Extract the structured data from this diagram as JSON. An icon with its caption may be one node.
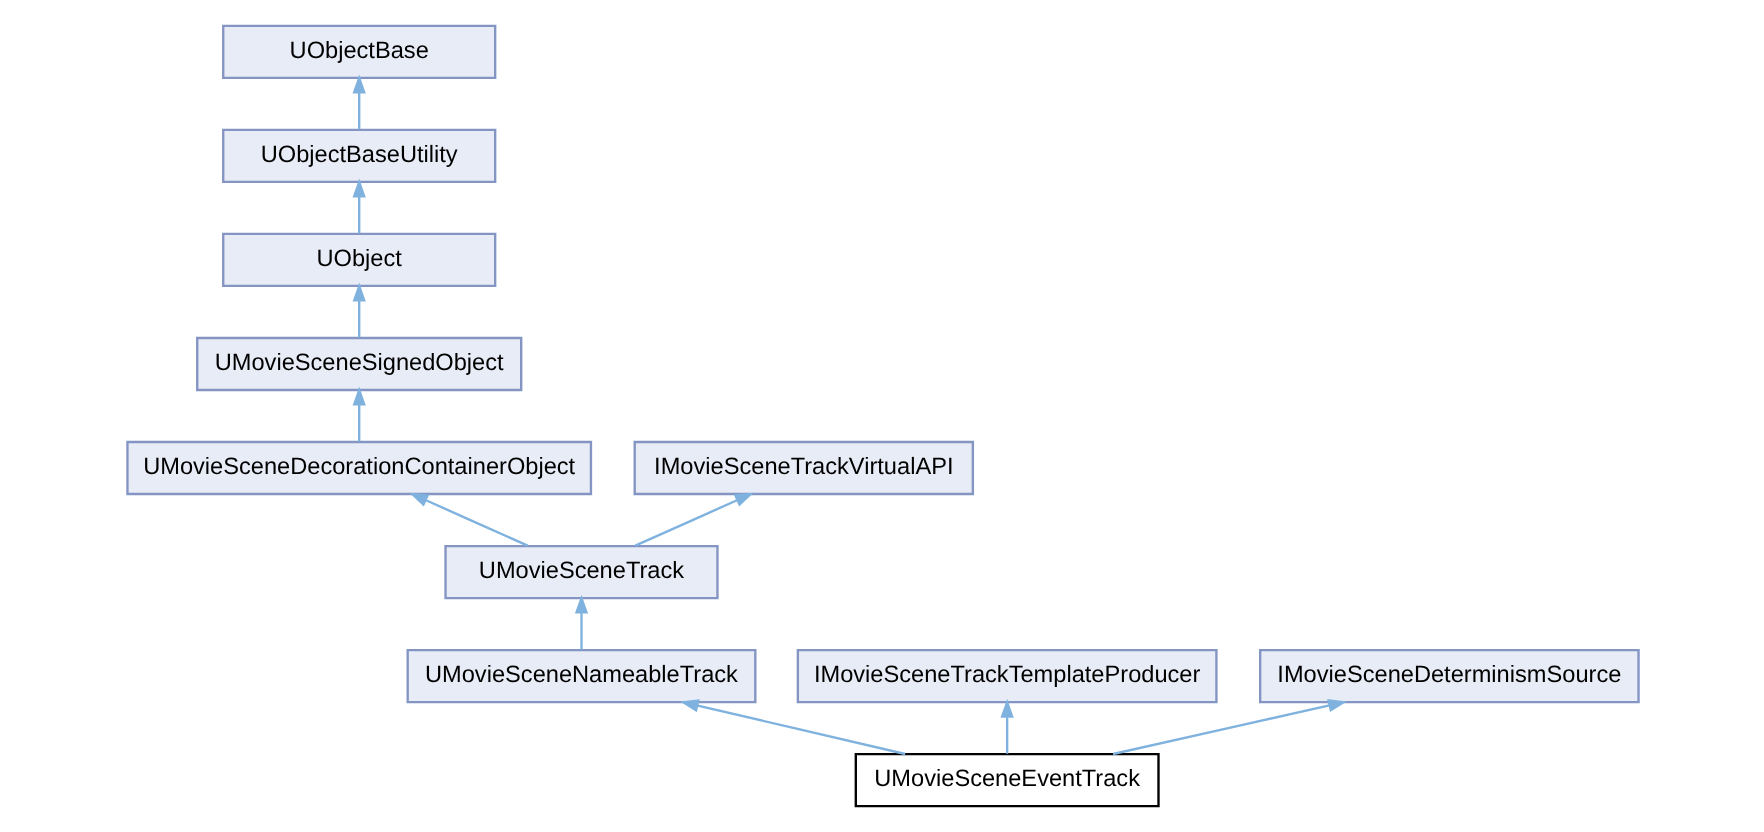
{
  "diagram": {
    "nodes": [
      {
        "text": [
          "UObjectBase"
        ]
      },
      {
        "text": [
          "UObjectBaseUtility"
        ]
      },
      {
        "text": [
          "UObject"
        ]
      },
      {
        "text": [
          "UMovieSceneSignedObject"
        ]
      },
      {
        "text": [
          "UMovieSceneDecorationContainerObject"
        ]
      },
      {
        "text": [
          "IMovieSceneTrackVirtualAPI"
        ]
      },
      {
        "text": [
          "UMovieSceneTrack"
        ]
      },
      {
        "text": [
          "UMovieSceneNameableTrack"
        ]
      },
      {
        "text": [
          "IMovieSceneTrackTemplateProducer"
        ]
      },
      {
        "text": [
          "IMovieSceneDeterminismSource"
        ]
      },
      {
        "text": [
          "UMovieSceneEventTrack"
        ]
      }
    ],
    "edges": [
      {
        "from": 1,
        "to": 0,
        "arrow": "to"
      },
      {
        "from": 2,
        "to": 1,
        "arrow": "to"
      },
      {
        "from": 3,
        "to": 2,
        "arrow": "to"
      },
      {
        "from": 4,
        "to": 3,
        "arrow": "to"
      },
      {
        "from": 6,
        "to": 4,
        "arrow": "to"
      },
      {
        "from": 6,
        "to": 5,
        "arrow": "to"
      },
      {
        "from": 7,
        "to": 6,
        "arrow": "to"
      },
      {
        "from": 10,
        "to": 7,
        "arrow": "to"
      },
      {
        "from": 10,
        "to": 8,
        "arrow": "to"
      },
      {
        "from": 10,
        "to": 9,
        "arrow": "to"
      }
    ]
  }
}
